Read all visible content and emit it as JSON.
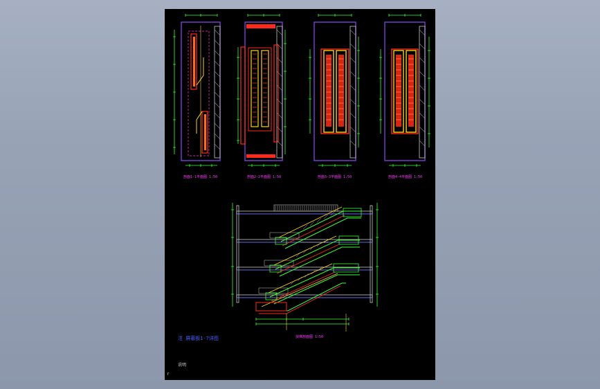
{
  "drawing": {
    "note": "注  屏蔽板1-7详图",
    "plan_labels": [
      "剖面1-1平面图 1:50",
      "剖面2-2平面图 1:50",
      "剖面3-3平面图 1:50",
      "剖面4-4平面图 1:50"
    ],
    "section_label": "扶梯剖面图 1:50",
    "stamp": "说明",
    "corner_mark": "r"
  },
  "colors": {
    "sheet": "#000000",
    "outline": "#7b3fd6",
    "stair": "#ff2a1a",
    "rail": "#ffd21a",
    "dim": "#39ff39",
    "wall": "#c8c8c8",
    "label": "#ff3cff",
    "floor": "#4b5cff"
  }
}
